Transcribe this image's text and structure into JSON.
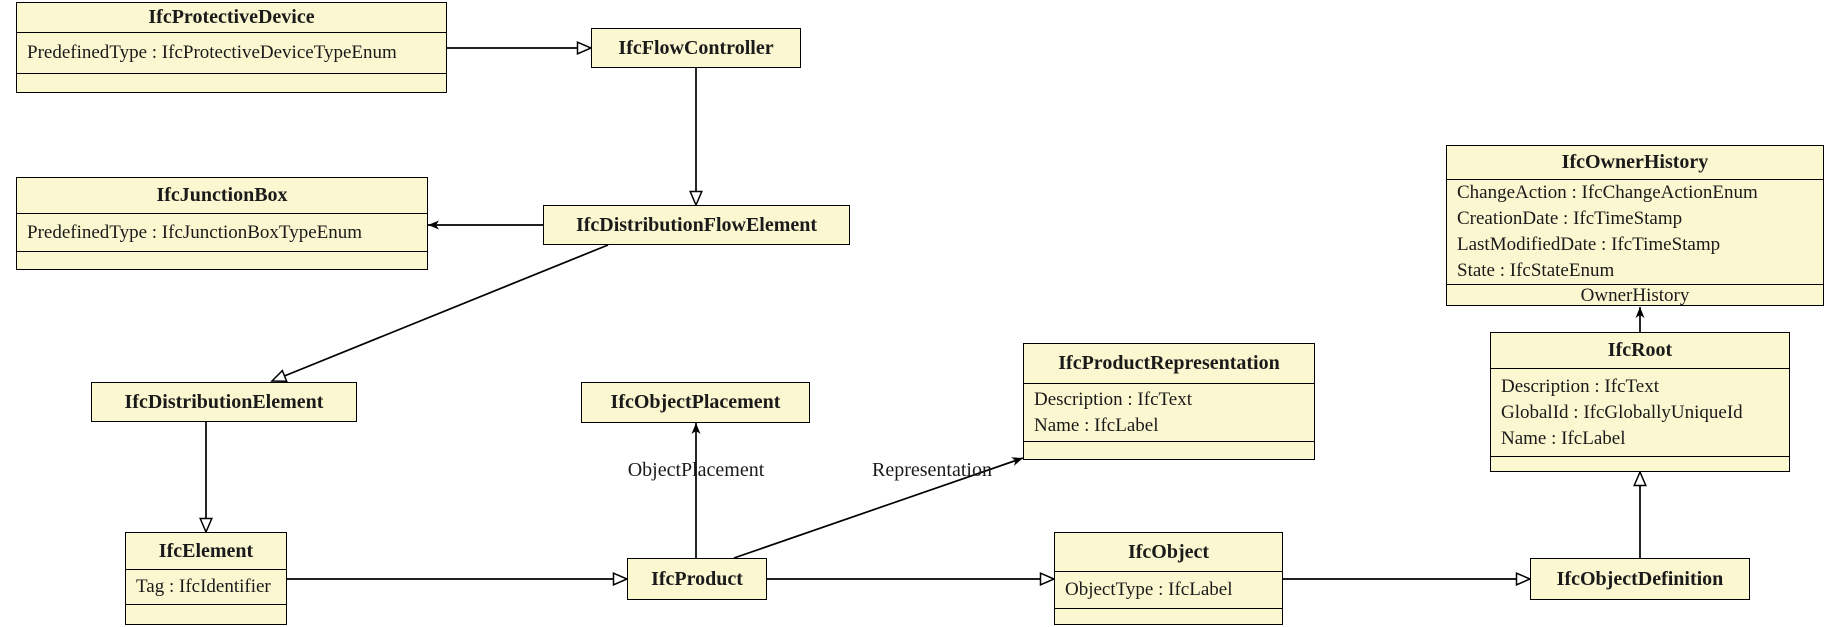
{
  "colors": {
    "box_fill": "#FBF7D0",
    "box_border": "#000000",
    "line_color": "#000000",
    "background": "#FFFFFF"
  },
  "classes": [
    {
      "title": "IfcProtectiveDevice",
      "attributes": [
        "PredefinedType : IfcProtectiveDeviceTypeEnum"
      ],
      "footer": ""
    },
    {
      "title": "IfcFlowController",
      "attributes": [],
      "footer": null
    },
    {
      "title": "IfcJunctionBox",
      "attributes": [
        "PredefinedType : IfcJunctionBoxTypeEnum"
      ],
      "footer": ""
    },
    {
      "title": "IfcDistributionFlowElement",
      "attributes": [],
      "footer": null
    },
    {
      "title": "IfcOwnerHistory",
      "attributes": [
        "ChangeAction : IfcChangeActionEnum",
        "CreationDate : IfcTimeStamp",
        "LastModifiedDate : IfcTimeStamp",
        "State : IfcStateEnum"
      ],
      "footer": "OwnerHistory"
    },
    {
      "title": "IfcDistributionElement",
      "attributes": [],
      "footer": null
    },
    {
      "title": "IfcObjectPlacement",
      "attributes": [],
      "footer": null
    },
    {
      "title": "IfcProductRepresentation",
      "attributes": [
        "Description : IfcText",
        "Name : IfcLabel"
      ],
      "footer": ""
    },
    {
      "title": "IfcRoot",
      "attributes": [
        "Description : IfcText",
        "GlobalId : IfcGloballyUniqueId",
        "Name : IfcLabel"
      ],
      "footer": ""
    },
    {
      "title": "IfcElement",
      "attributes": [
        "Tag : IfcIdentifier"
      ],
      "footer": ""
    },
    {
      "title": "IfcProduct",
      "attributes": [],
      "footer": null
    },
    {
      "title": "IfcObject",
      "attributes": [
        "ObjectType : IfcLabel"
      ],
      "footer": ""
    },
    {
      "title": "IfcObjectDefinition",
      "attributes": [],
      "footer": null
    }
  ],
  "edge_labels": {
    "object_placement": "ObjectPlacement",
    "representation": "Representation"
  },
  "relationships": [
    {
      "from": "IfcProtectiveDevice",
      "to": "IfcFlowController",
      "type": "generalization"
    },
    {
      "from": "IfcFlowController",
      "to": "IfcDistributionFlowElement",
      "type": "generalization"
    },
    {
      "from": "IfcDistributionFlowElement",
      "to": "IfcJunctionBox",
      "type": "association"
    },
    {
      "from": "IfcDistributionFlowElement",
      "to": "IfcDistributionElement",
      "type": "generalization"
    },
    {
      "from": "IfcDistributionElement",
      "to": "IfcElement",
      "type": "generalization"
    },
    {
      "from": "IfcElement",
      "to": "IfcProduct",
      "type": "generalization"
    },
    {
      "from": "IfcProduct",
      "to": "IfcObjectPlacement",
      "type": "association",
      "label": "ObjectPlacement"
    },
    {
      "from": "IfcProduct",
      "to": "IfcProductRepresentation",
      "type": "association",
      "label": "Representation"
    },
    {
      "from": "IfcProduct",
      "to": "IfcObject",
      "type": "generalization"
    },
    {
      "from": "IfcObject",
      "to": "IfcObjectDefinition",
      "type": "generalization"
    },
    {
      "from": "IfcObjectDefinition",
      "to": "IfcRoot",
      "type": "generalization"
    },
    {
      "from": "IfcRoot",
      "to": "IfcOwnerHistory",
      "type": "association",
      "label": "OwnerHistory"
    }
  ]
}
